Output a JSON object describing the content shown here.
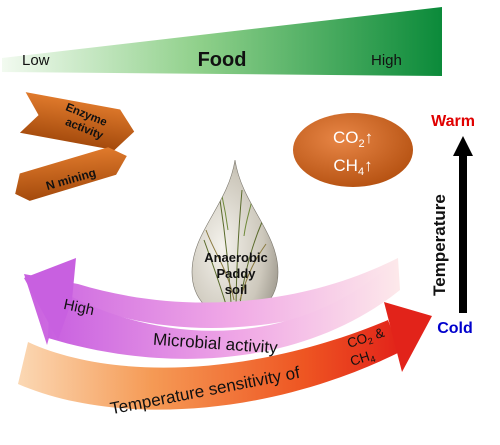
{
  "food_bar": {
    "low_label": "Low",
    "title": "Food",
    "high_label": "High"
  },
  "enzyme_arrows": {
    "enzyme_line1": "Enzyme",
    "enzyme_line2": "activity",
    "n_mining": "N mining"
  },
  "emissions_oval": {
    "co2": "CO",
    "co2_sub": "2",
    "ch4": "CH",
    "ch4_sub": "4",
    "up_arrow": "↑"
  },
  "temperature_axis": {
    "warm": "Warm",
    "label": "Temperature",
    "cold": "Cold"
  },
  "paddy_soil": {
    "line1": "Anaerobic",
    "line2": "Paddy",
    "line3": "soil"
  },
  "microbial_arrow": {
    "high": "High",
    "label": "Microbial activity"
  },
  "sensitivity_arrow": {
    "label": "Temperature sensitivity of",
    "co2": "CO",
    "co2_sub": "2",
    "amp": " &",
    "ch4": "CH",
    "ch4_sub": "4"
  },
  "colors": {
    "food_dark": "#0b8a3a",
    "enzyme_arrow": "#c55a11",
    "oval": "#c55a11",
    "warm": "#e00000",
    "cold": "#0000cc",
    "microbial": "#d86ee0",
    "sensitivity": "#e2231a"
  }
}
